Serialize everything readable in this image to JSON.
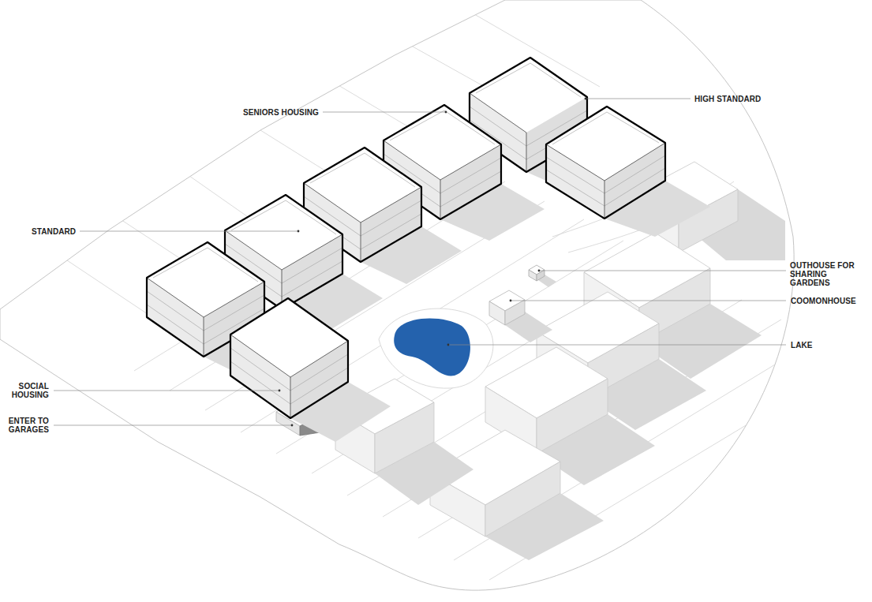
{
  "diagram": {
    "labels": [
      "SENIORS HOUSING",
      "HIGH STANDARD",
      "STANDARD",
      "OUTHOUSE FOR SHARING GARDENS",
      "COOMONHOUSE",
      "LAKE",
      "SOCIAL HOUSING",
      "ENTER TO GARAGES"
    ]
  }
}
